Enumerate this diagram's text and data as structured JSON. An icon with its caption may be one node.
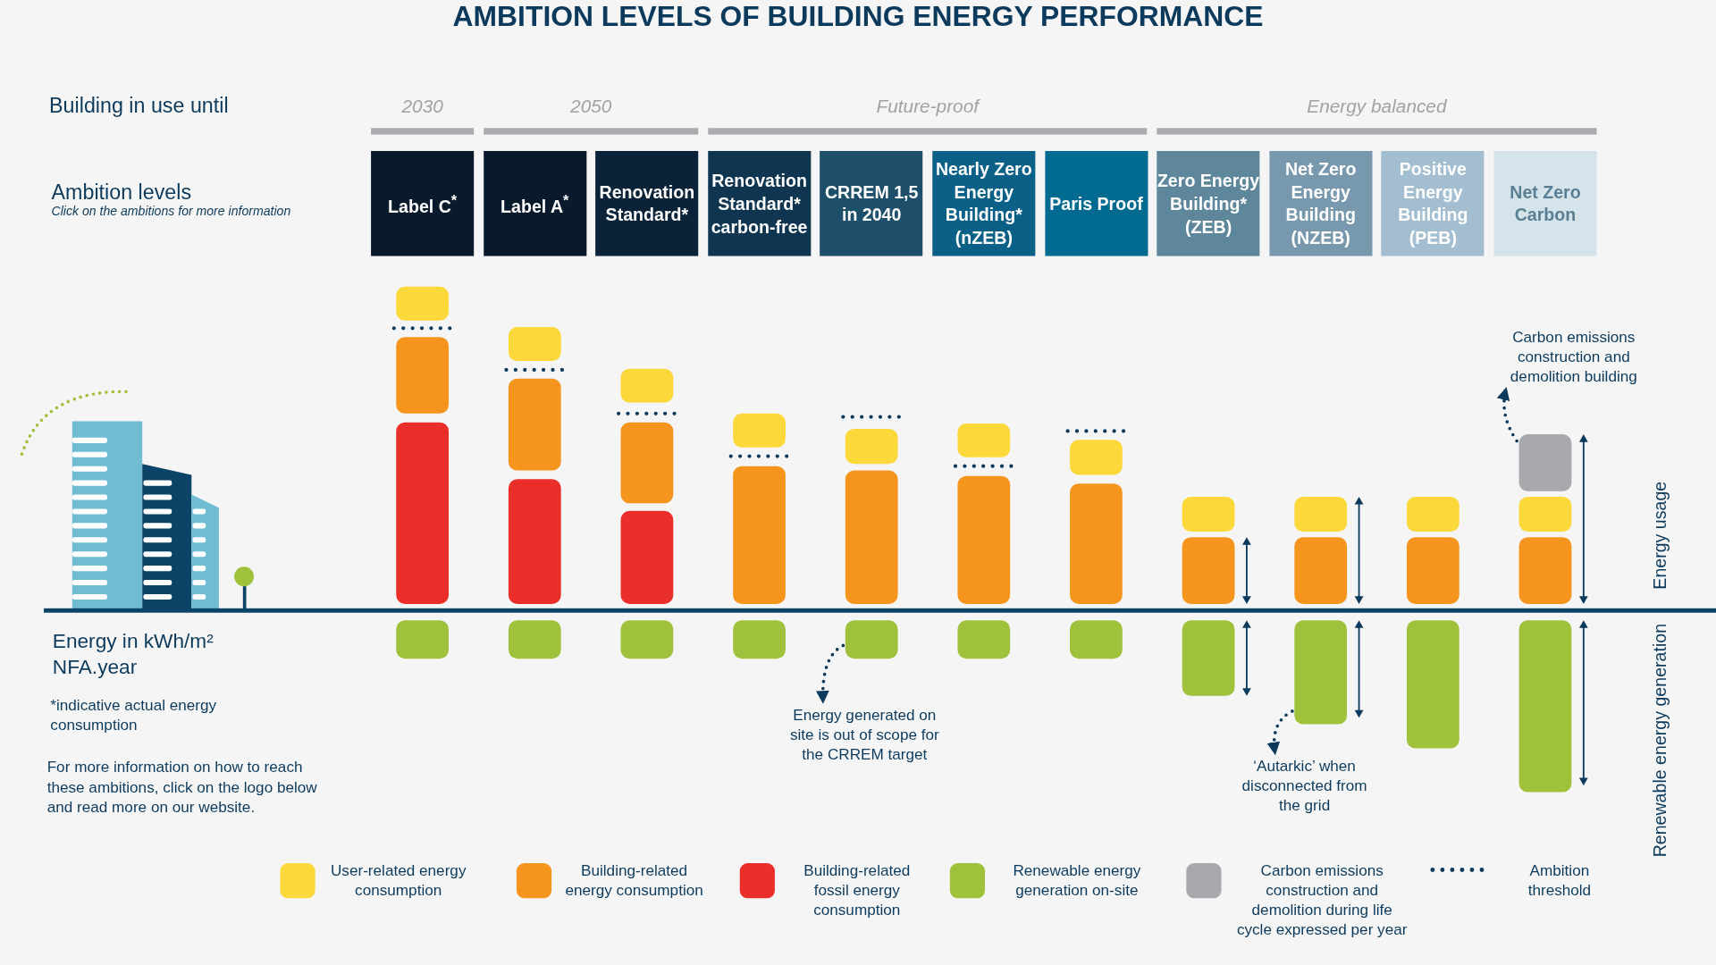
{
  "diagram": {
    "title": "AMBITION LEVELS OF BUILDING ENERGY PERFORMANCE",
    "nodes": [
      {
        "text": [
          "Label C$^{*}$"
        ]
      },
      {
        "text": [
          "Label A$^{*}$"
        ]
      },
      {
        "text": [
          "Renovation Standard*"
        ]
      },
      {
        "text": [
          "Renovation Standard* carbon-free"
        ]
      },
      {
        "text": [
          "CRREM 1,5 in 2040"
        ]
      },
      {
        "text": [
          "Nearly Zero Energy Building* (nZEB)"
        ]
      },
      {
        "text": [
          "Paris Proof"
        ]
      },
      {
        "text": [
          "Zero Energy Building* (ZEB)"
        ]
      },
      {
        "text": [
          "Net Zero Energy Building (NZEB)"
        ]
      },
      {
        "text": [
          "Positive Energy Building (PEB)"
        ]
      },
      {
        "text": [
          "Net Zero Carbon"
        ]
      },
      {
        "text": [
          "Carbon emissions construction and demolition building"
        ]
      },
      {
        "text": [],
        "shape": "box"
      },
      {
        "text": [],
        "shape": "box"
      },
      {
        "text": [],
        "shape": "box"
      },
      {
        "text": [
          "Energy generated on site is out of scope for the CRREM target"
        ]
      },
      {
        "text": [
          "‘Autarkic’ when disconnected from the grid"
        ]
      }
    ],
    "edges": [
      {
        "from": 12,
        "to": 11,
        "arrow": "to",
        "style": "dashed"
      },
      {
        "from": 13,
        "to": 15,
        "arrow": "to",
        "style": "dashed"
      },
      {
        "from": 14,
        "to": 16,
        "arrow": "to",
        "style": "dashed"
      }
    ],
    "labels": [
      "Building in use until",
      "2030",
      "2050",
      "Future-proof",
      "Energy balanced",
      "Ambition levels",
      "Click on the ambitions for more information",
      "Energy usage",
      "Energy in kWh/m² NFA.year",
      "Renewable energy generation",
      "*indicative actual energy consumption",
      "For more information on how to reach these ambitions, click on the logo below and read more on our website."
    ],
    "legend": [
      {
        "text": "User-related energy consumption",
        "color": "#fdd83a"
      },
      {
        "text": "Building-related energy consumption",
        "color": "#f6951e"
      },
      {
        "text": "Building-related fossil energy consumption",
        "color": "#ea2e2a"
      },
      {
        "text": "Renewable energy generation on-site",
        "color": "#9fc13c"
      },
      {
        "text": "Carbon emissions construction and demolition during life cycle expressed per year",
        "color": "#a7a9ac"
      },
      {
        "text": "Ambition threshold"
      }
    ]
  }
}
